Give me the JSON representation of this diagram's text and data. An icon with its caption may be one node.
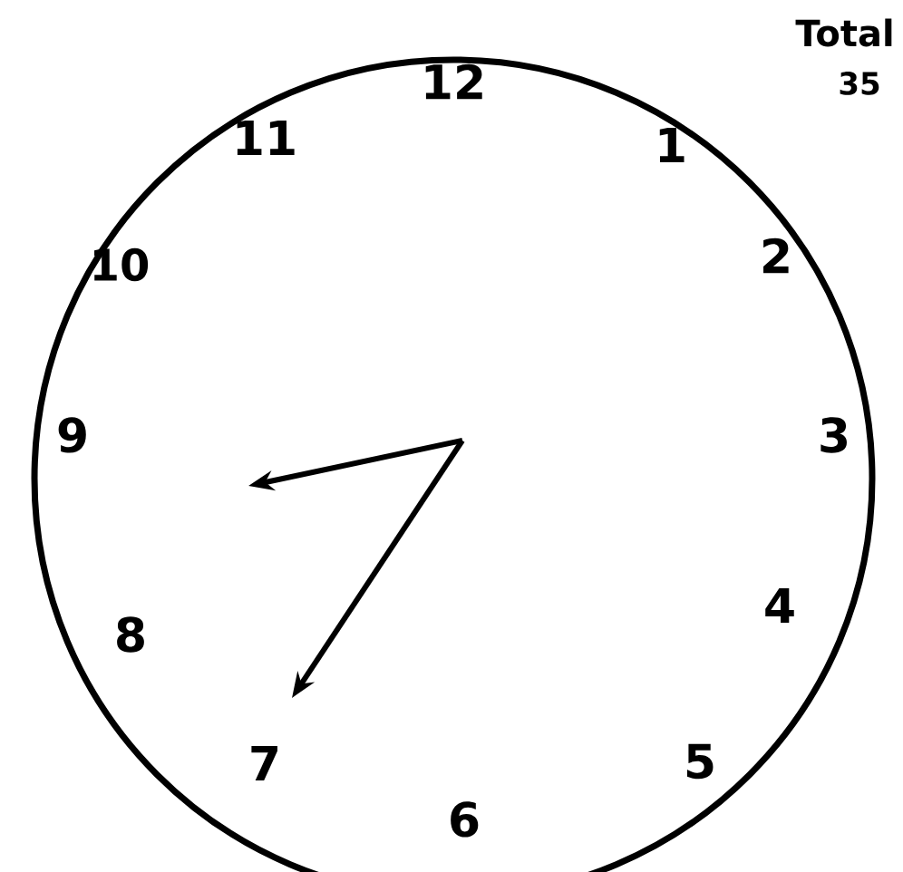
{
  "diagram": {
    "labels": [
      "12",
      "11",
      "1",
      "Total",
      "35",
      "10",
      "2",
      "9",
      "3",
      "8",
      "4",
      "7",
      "5",
      "6"
    ]
  }
}
